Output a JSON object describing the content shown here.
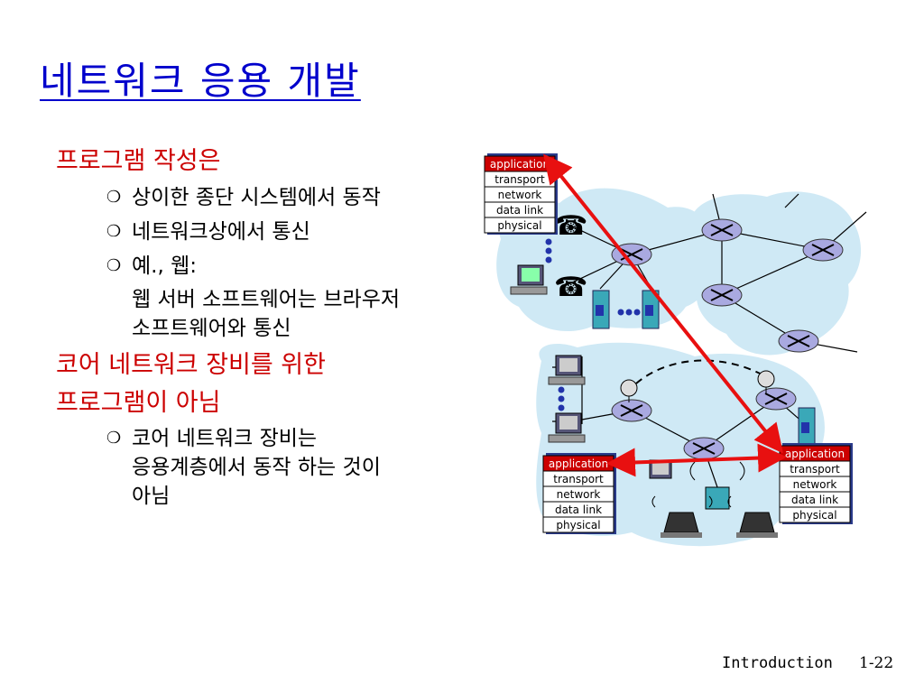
{
  "slide": {
    "title": "네트워크 응용 개발",
    "points": {
      "p1": "프로그램 작성은",
      "p1_sub1": "상이한 종단 시스템에서 동작",
      "p1_sub2": "네트워크상에서 통신",
      "p1_sub3": "예., 웹:",
      "p1_sub3_cont1": "웹 서버 소프트웨어는 브라우저",
      "p1_sub3_cont2": "소프트웨어와 통신",
      "p2_line1": "코어 네트워크 장비를 위한",
      "p2_line2": "프로그램이 아님",
      "p2_sub1_line1": "코어 네트워크 장비는",
      "p2_sub1_line2": "응용계층에서 동작 하는 것이",
      "p2_sub1_line3": "아님"
    },
    "bullet_icon": "hollow-circle-bullet-icon"
  },
  "diagram": {
    "stack_layers": [
      "application",
      "transport",
      "network",
      "data link",
      "physical"
    ],
    "colors": {
      "cloud": "#cfe9f5",
      "application_bg": "#cc0000",
      "arrow": "#e81010",
      "router": "#a9a9e0"
    }
  },
  "footer": {
    "label": "Introduction",
    "page": "1-22"
  }
}
